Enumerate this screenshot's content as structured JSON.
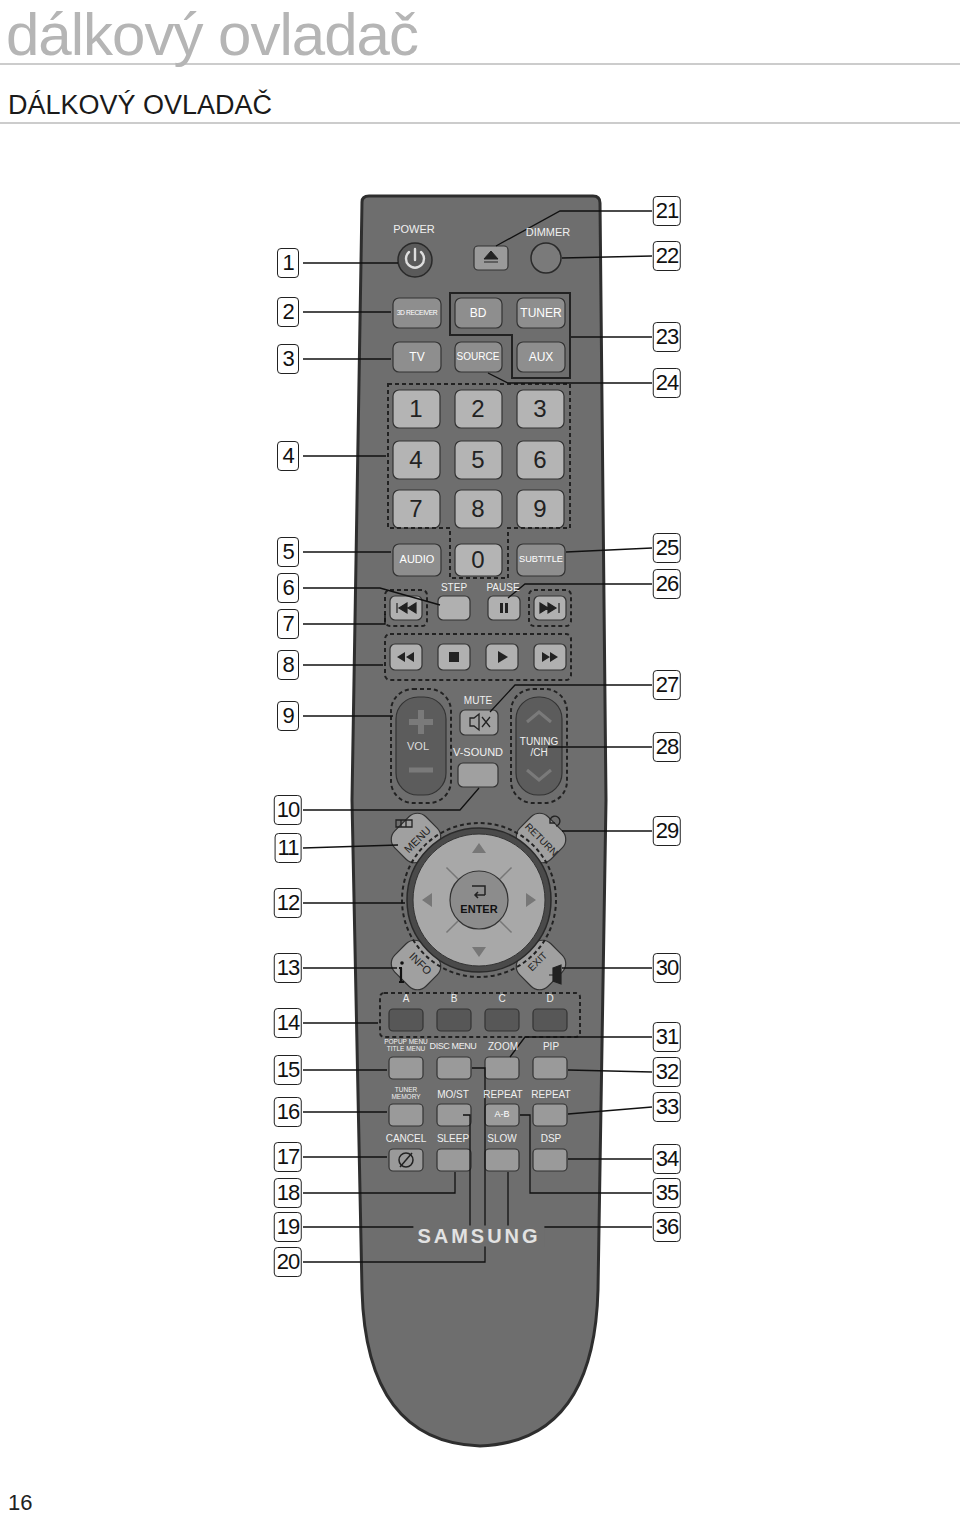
{
  "diagram": {
    "title": "dálkový ovladač",
    "labels": [
      "DÁLKOVÝ OVLADAČ",
      "POWER",
      "DIMMER",
      "3D RECEIVER",
      "BD",
      "TUNER",
      "TV",
      "SOURCE",
      "AUX",
      "1",
      "2",
      "3",
      "4",
      "5",
      "6",
      "7",
      "8",
      "9",
      "AUDIO",
      "0",
      "SUBTITLE",
      "STEP",
      "PAUSE",
      "MUTE",
      "VOL",
      "V-SOUND",
      "TUNING /CH",
      "MENU",
      "RETURN",
      "ENTER",
      "INFO",
      "EXIT",
      "A",
      "B",
      "C",
      "D",
      "POPUP MENU TITLE MENU",
      "DISC MENU",
      "ZOOM",
      "PIP",
      "TUNER MEMORY",
      "MO/ST",
      "REPEAT",
      "REPEAT",
      "A-B",
      "CANCEL",
      "SLEEP",
      "SLOW",
      "DSP",
      "SAMSUNG",
      "1",
      "2",
      "3",
      "4",
      "5",
      "6",
      "7",
      "8",
      "9",
      "10",
      "11",
      "12",
      "13",
      "14",
      "15",
      "16",
      "17",
      "18",
      "19",
      "20",
      "21",
      "22",
      "23",
      "24",
      "25",
      "26",
      "27",
      "28",
      "29",
      "30",
      "31",
      "32",
      "33",
      "34",
      "35",
      "36",
      "16"
    ]
  }
}
